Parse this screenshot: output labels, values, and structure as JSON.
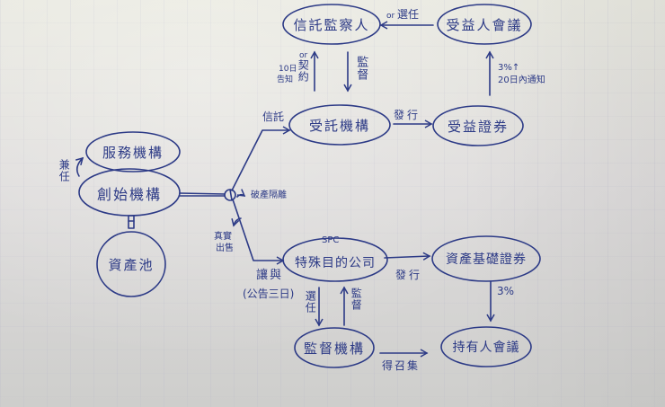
{
  "ink_color": "#2c3a86",
  "paper_color": "#dedcdc",
  "nodes": {
    "trust_supervisor": "信託監察人",
    "beneficiary_meeting": "受益人會議",
    "trustee_institution": "受託機構",
    "beneficiary_securities": "受益證券",
    "servicer": "服務機構",
    "originator": "創始機構",
    "asset_pool": "資產池",
    "spc": "特殊目的公司",
    "spc_label": "SPC",
    "abs": "資產基礎證券",
    "regulator": "監督機構",
    "holders_meeting": "持有人會議"
  },
  "edges": {
    "elect_prefix": "or",
    "elect": "選任",
    "contract_prefix": "or",
    "contract": "契約",
    "contract_note_line1": "10日",
    "contract_note_line2": "告知",
    "supervise_top": "監督",
    "notify_pct": "3%↑",
    "notify_days": "20日內通知",
    "entrust": "信託",
    "issue_top": "發行",
    "concurrent": "兼任",
    "bankruptcy_remote": "破產隔離",
    "true_sale_line1": "真實",
    "true_sale_line2": "出售",
    "transfer": "讓與",
    "transfer_note": "(公告三日)",
    "issue_bottom": "發行",
    "appoint": "選任",
    "supervise_bottom": "監督",
    "pct_bottom": "3%",
    "may_convene": "得召集"
  }
}
